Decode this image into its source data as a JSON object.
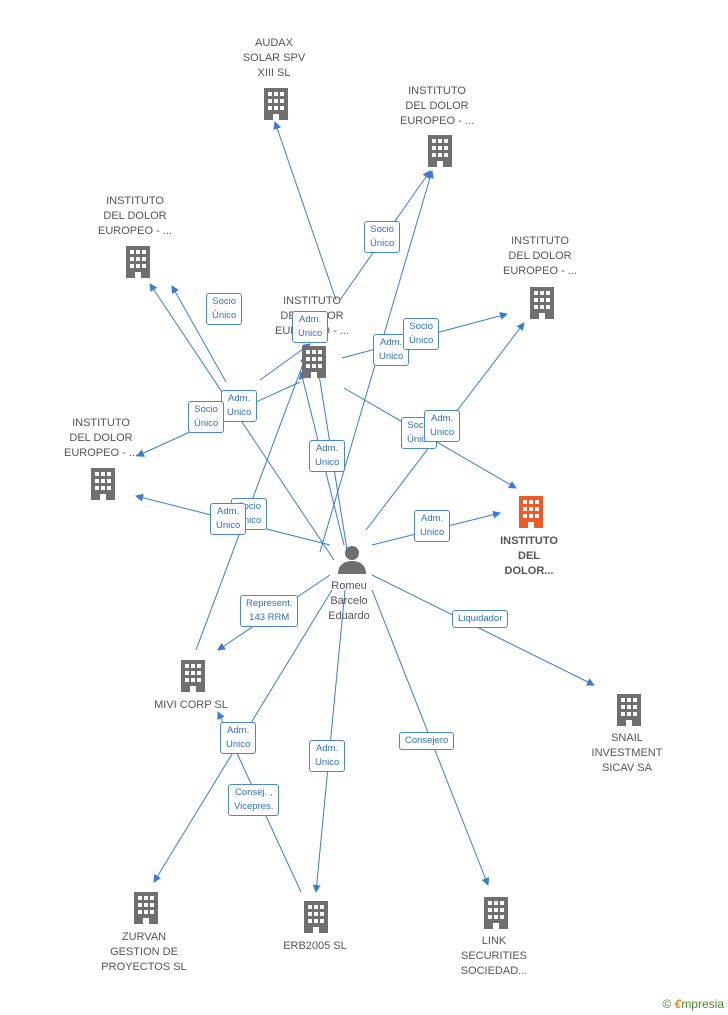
{
  "nodes": {
    "audax": "AUDAX\nSOLAR SPV\nXIII  SL",
    "inst_top": "INSTITUTO\nDEL DOLOR\nEUROPEO - ...",
    "inst_left": "INSTITUTO\nDEL DOLOR\nEUROPEO - ...",
    "inst_right": "INSTITUTO\nDEL DOLOR\nEUROPEO - ...",
    "inst_center": "INSTITUTO\nDEL DOLOR\nEUROPEO - ...",
    "inst_midleft": "INSTITUTO\nDEL DOLOR\nEUROPEO - ...",
    "inst_main": "INSTITUTO\nDEL\nDOLOR...",
    "person": "Romeu\nBarcelo\nEduardo",
    "mivi": "MIVI CORP  SL",
    "snail": "SNAIL\nINVESTMENT\nSICAV SA",
    "zurvan": "ZURVAN\nGESTION DE\nPROYECTOS  SL",
    "erb": "ERB2005  SL",
    "link": "LINK\nSECURITIES\nSOCIEDAD..."
  },
  "edges": {
    "socio_1": "Socio\nÚnico",
    "socio_2": "Socio\nÚnico",
    "adm_1": "Adm.\nUnico",
    "adm_2": "Adm.\nUnico",
    "socio_3": "Socio\nÚnico",
    "adm_3": "Adm.\nUnico",
    "socio_4": "Socio\nÚnico",
    "socio_5": "Socio\nÚnico",
    "adm_4": "Adm.\nUnico",
    "adm_5": "Adm.\nUnico",
    "socio_6": "Socio\nÚnico",
    "adm_6": "Adm.\nUnico",
    "adm_7": "Adm.\nUnico",
    "represent": "Represent.\n143 RRM",
    "liquidador": "Liquidador",
    "adm_8": "Adm.\nUnico",
    "adm_9": "Adm.\nUnico",
    "consejero": "Consejero",
    "consej": "Consej. ,\nVicepres."
  },
  "colors": {
    "edge": "#3a7bd5",
    "node_icon": "#6f6f6f",
    "highlight_icon": "#f05a28",
    "label_text": "#2f6fc9"
  },
  "brand": {
    "name": "mpresia"
  }
}
